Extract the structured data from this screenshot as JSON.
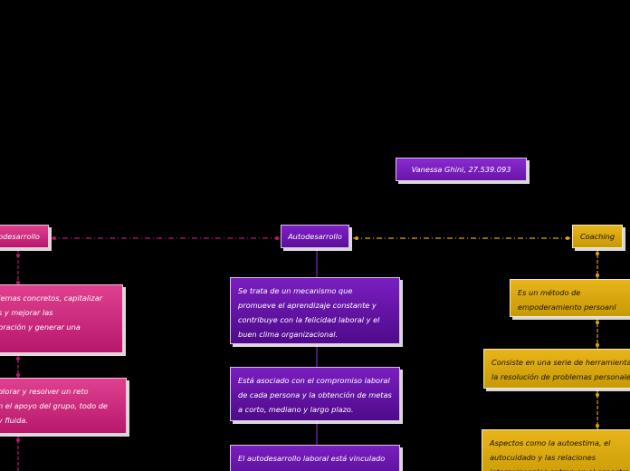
{
  "author": "Vanessa Ghini, 27.539.093",
  "left_branch": {
    "title": "odesarrollo",
    "items": [
      "blemas concretos, capitalizar",
      "os y mejorar las",
      "boración y generar una",
      "xplorar y resolver un reto",
      "on el apoyo del grupo, todo de",
      "l y fluida."
    ]
  },
  "center_branch": {
    "title": "Autodesarrollo",
    "items": [
      "Se trata de un mecanismo que promueve el aprendizaje constante y contribuye con la felicidad laboral y el buen clima organizacional.",
      "Está asociado con el compromiso laboral de cada persona y la obtención de metas a corto, mediano y largo plazo.",
      "El autodesarrollo laboral está vinculado"
    ]
  },
  "right_branch": {
    "title": "Coaching",
    "items": [
      "Es un método de empoderamiento persoanl",
      "Consiste en una serie de herramientas para la resolución de problemas personales",
      "Aspectos como la autoestima, el autocuidado y las relaciones interpersonales entran en el espectro de acción del coaching."
    ]
  },
  "colors": {
    "purple": "#6a14a8",
    "pink": "#c81f7a",
    "gold": "#d9a70c",
    "link_purple": "#7a2ac0",
    "link_pink": "#b8186c",
    "link_gold": "#d9a70c"
  }
}
